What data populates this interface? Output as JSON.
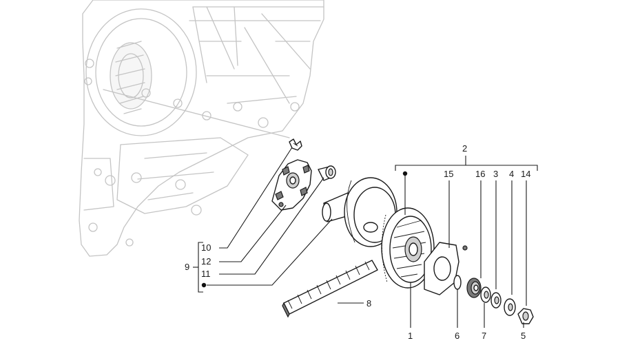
{
  "callouts": {
    "c1": "1",
    "c2": "2",
    "c3": "3",
    "c4": "4",
    "c5": "5",
    "c6": "6",
    "c7": "7",
    "c8": "8",
    "c9": "9",
    "c10": "10",
    "c11": "11",
    "c12": "12",
    "c14": "14",
    "c15": "15",
    "c16": "16"
  },
  "colors": {
    "line": "#1a1a1a",
    "ghost": "#c4c4c4",
    "background": "#ffffff"
  }
}
